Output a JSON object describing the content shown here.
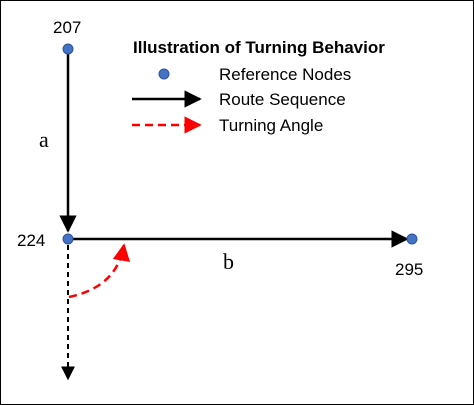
{
  "diagram": {
    "title": "Illustration of Turning Behavior",
    "nodes": [
      {
        "id": "n207",
        "label": "207"
      },
      {
        "id": "n224",
        "label": "224"
      },
      {
        "id": "n295",
        "label": "295"
      }
    ],
    "edges": [
      {
        "from": "207",
        "to": "224",
        "label": "a"
      },
      {
        "from": "224",
        "to": "295",
        "label": "b"
      }
    ],
    "legend": [
      {
        "symbol": "node",
        "label": "Reference Nodes"
      },
      {
        "symbol": "arrow",
        "label": "Route Sequence"
      },
      {
        "symbol": "dashed-arrow",
        "label": "Turning Angle"
      }
    ],
    "colors": {
      "node": "#4472C4",
      "node_stroke": "#2F5597",
      "route": "#000000",
      "turning_angle": "#FF0000"
    }
  }
}
